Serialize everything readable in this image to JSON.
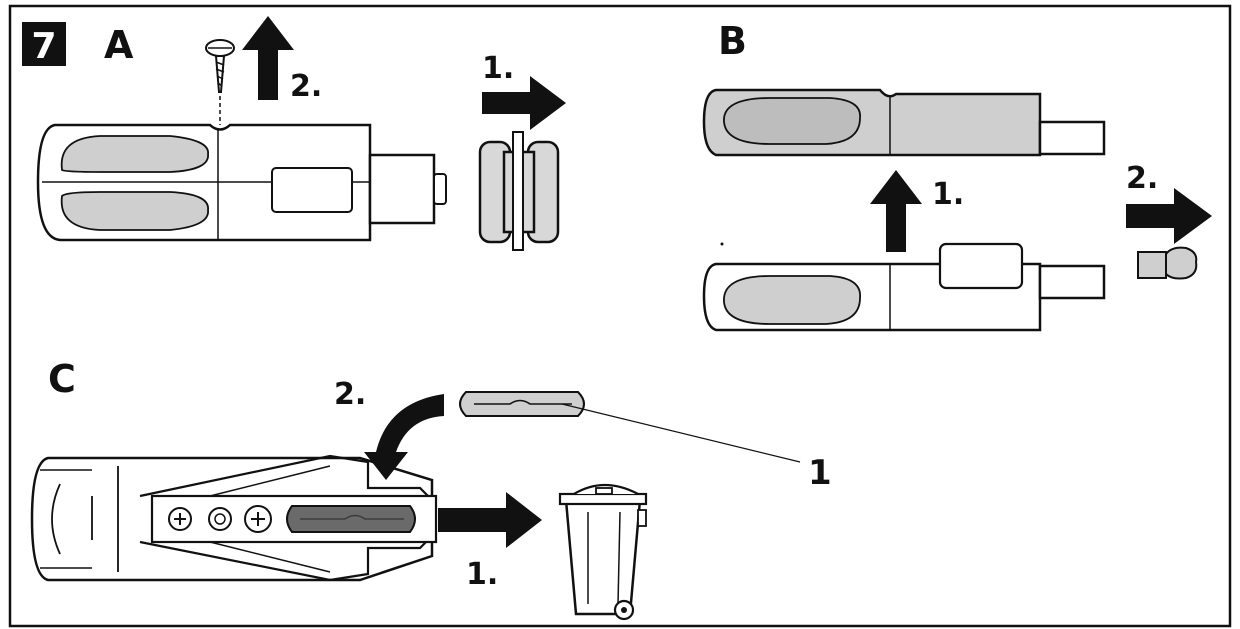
{
  "figure": {
    "number": "7",
    "panels": {
      "a": {
        "label": "A",
        "steps": [
          "1.",
          "2."
        ]
      },
      "b": {
        "label": "B",
        "steps": [
          "1.",
          "2."
        ]
      },
      "c": {
        "label": "C",
        "steps": [
          "1.",
          "2."
        ]
      }
    },
    "callout": "1"
  },
  "colors": {
    "line": "#111111",
    "grip_fill": "#cfcfcf",
    "grip_fill_light": "#e6e6e6",
    "arrow": "#111111",
    "fuse": "#6a6a6a"
  }
}
